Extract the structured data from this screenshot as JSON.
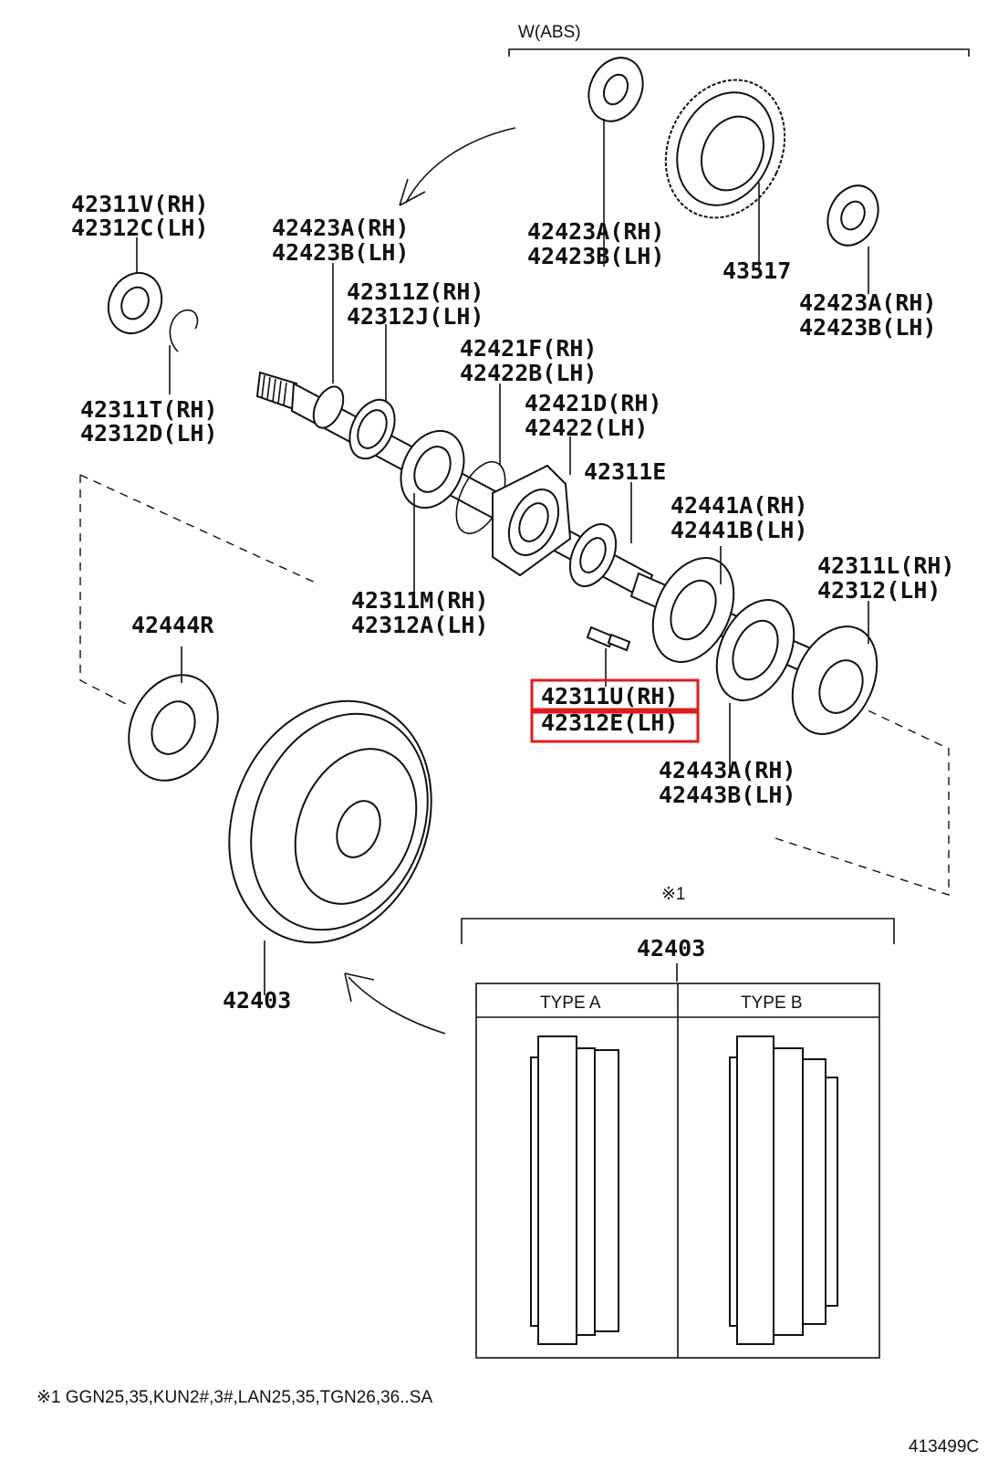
{
  "diagram": {
    "abs_label": "W(ABS)",
    "note_mark": "※1",
    "labels": {
      "a_rh": "42311V(RH)",
      "a_lh": "42312C(LH)",
      "b_rh": "42423A(RH)",
      "b_lh": "42423B(LH)",
      "c_rh": "42423A(RH)",
      "c_lh": "42423B(LH)",
      "d": "43517",
      "e_rh": "42423A(RH)",
      "e_lh": "42423B(LH)",
      "f_rh": "42311Z(RH)",
      "f_lh": "42312J(LH)",
      "g_rh": "42421F(RH)",
      "g_lh": "42422B(LH)",
      "h_rh": "42421D(RH)",
      "h_lh": "42422(LH)",
      "i_rh": "42311T(RH)",
      "i_lh": "42312D(LH)",
      "j": "42311E",
      "k_rh": "42441A(RH)",
      "k_lh": "42441B(LH)",
      "l_rh": "42311L(RH)",
      "l_lh": "42312(LH)",
      "m_rh": "42311M(RH)",
      "m_lh": "42312A(LH)",
      "n": "42444R",
      "o_rh": "42311U(RH)",
      "o_lh": "42312E(LH)",
      "p_rh": "42443A(RH)",
      "p_lh": "42443B(LH)",
      "drum": "42403",
      "drum_box": "42403"
    },
    "types": {
      "a": "TYPE A",
      "b": "TYPE B"
    },
    "footnote": "※1 GGN25,35,KUN2#,3#,LAN25,35,TGN26,36..SA",
    "figure_id": "413499C",
    "highlight_color": "#e01b1b"
  }
}
